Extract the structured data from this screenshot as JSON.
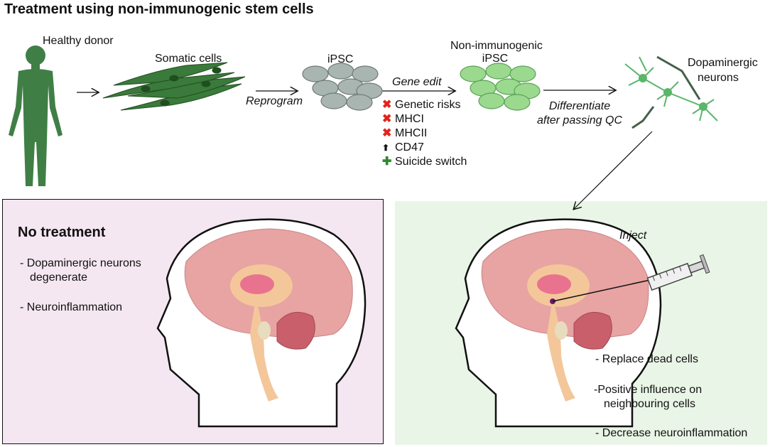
{
  "title": "Treatment using non-immunogenic stem cells",
  "steps": {
    "donor": "Healthy donor",
    "somatic": "Somatic cells",
    "reprogram": "Reprogram",
    "ipsc": "iPSC",
    "gene_edit": "Gene edit",
    "non_immuno_line1": "Non-immunogenic",
    "non_immuno_line2": "iPSC",
    "differentiate_line1": "Differentiate",
    "differentiate_line2": "after passing QC",
    "dopa_line1": "Dopaminergic",
    "dopa_line2": "neurons"
  },
  "edits": [
    {
      "symbol": "✖",
      "color": "#e2231a",
      "label": "Genetic risks"
    },
    {
      "symbol": "✖",
      "color": "#e2231a",
      "label": "MHCI"
    },
    {
      "symbol": "✖",
      "color": "#e2231a",
      "label": "MHCII"
    },
    {
      "symbol": "⬆",
      "color": "#111111",
      "label": "CD47"
    },
    {
      "symbol": "✚",
      "color": "#2e8b2e",
      "label": "Suicide switch"
    }
  ],
  "left_panel": {
    "heading": "No treatment",
    "item1_line1": "- Dopaminergic neurons",
    "item1_line2": "degenerate",
    "item2": "- Neuroinflammation"
  },
  "right_panel": {
    "inject": "Inject",
    "item1": "- Replace dead cells",
    "item2_line1": "-Positive influence on",
    "item2_line2": "neighbouring cells",
    "item3": "- Decrease neuroinflammation"
  },
  "colors": {
    "left_panel_bg": "#f4e7f1",
    "right_panel_bg": "#e9f5e6",
    "human_green": "#3f7f46",
    "somatic_green": "#3a7a3a",
    "ipsc_gray": "#a9b5b0",
    "noni_green": "#9ad98e",
    "neuron_green": "#5bb56a",
    "brain_pink": "#e8a3a3"
  }
}
